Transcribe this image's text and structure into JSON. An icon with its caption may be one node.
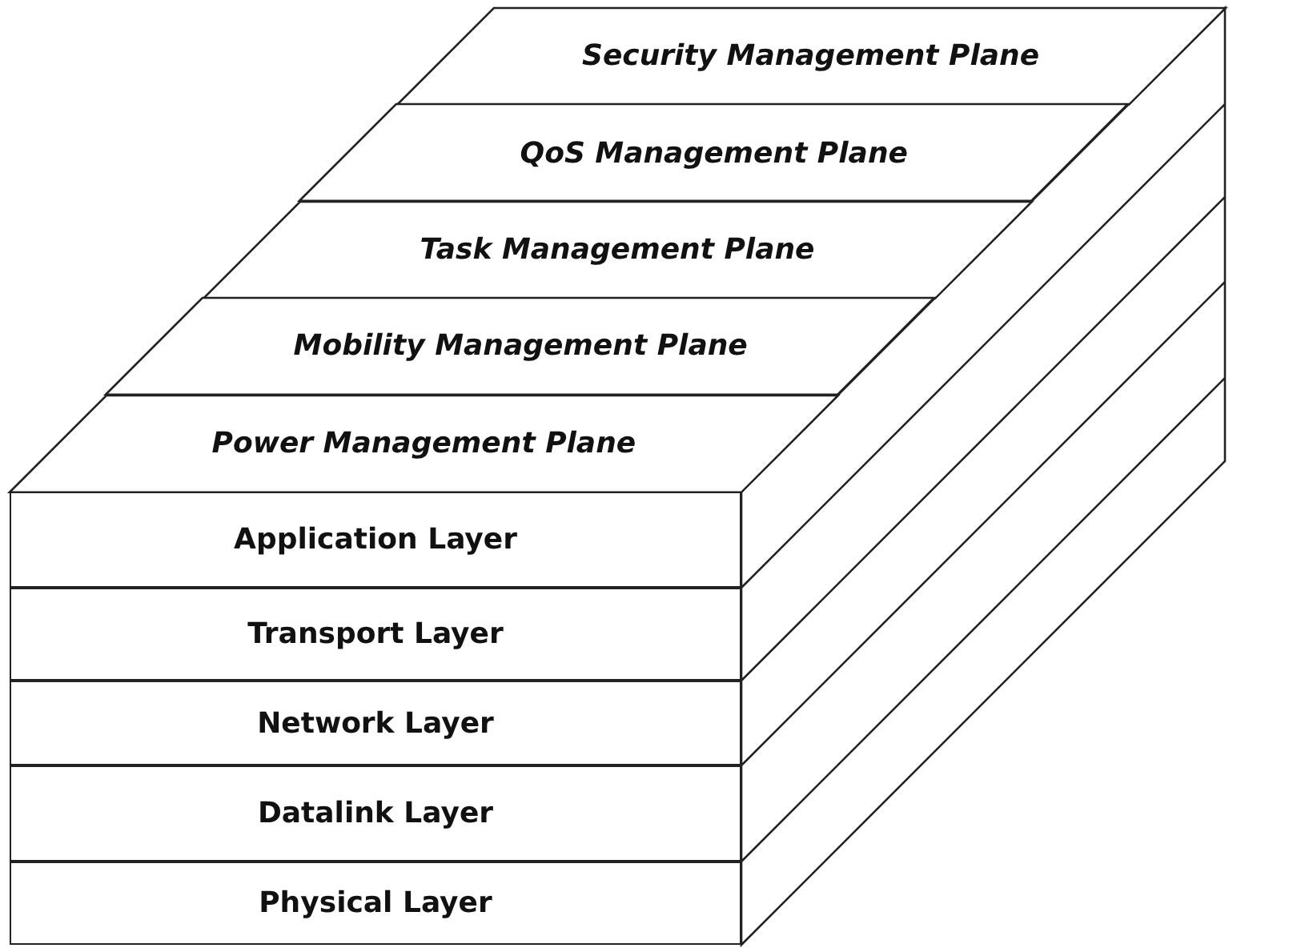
{
  "diagram": {
    "nodes": [
      {
        "text": [
          "Security Management Plane"
        ]
      },
      {
        "text": [
          "QoS Management Plane"
        ]
      },
      {
        "text": [
          "Task Management Plane"
        ]
      },
      {
        "text": [
          "Mobility Management Plane"
        ]
      },
      {
        "text": [
          "Power Management Plane"
        ]
      },
      {
        "text": [
          "Application Layer"
        ]
      },
      {
        "text": [
          "Transport Layer"
        ]
      },
      {
        "text": [
          "Network Layer"
        ]
      },
      {
        "text": [
          "Datalink Layer"
        ]
      },
      {
        "text": [
          "Physical Layer"
        ]
      }
    ]
  }
}
